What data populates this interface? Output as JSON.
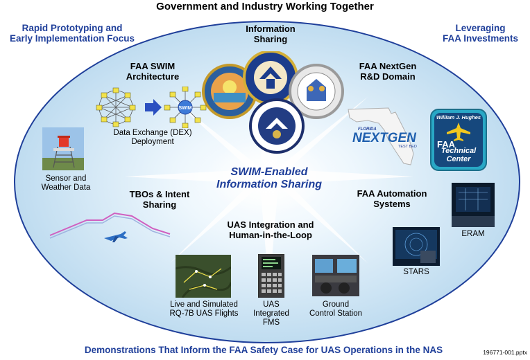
{
  "title": "Government and Industry Working Together",
  "left_banner": [
    "Rapid Prototyping and",
    "Early Implementation Focus"
  ],
  "right_banner": [
    "Leveraging",
    "FAA Investments"
  ],
  "bottom_banner": "Demonstrations That Inform the FAA Safety Case for UAS Operations in the NAS",
  "doc_id": "196771-001.pptx",
  "center": [
    "SWIM-Enabled",
    "Information Sharing"
  ],
  "sections": {
    "information_sharing": [
      "Information",
      "Sharing"
    ],
    "swim_architecture": [
      "FAA SWIM",
      "Architecture"
    ],
    "nextgen_domain": [
      "FAA NextGen",
      "R&D Domain"
    ],
    "tbos": [
      "TBOs & Intent",
      "Sharing"
    ],
    "uas_integration": [
      "UAS Integration and",
      "Human-in-the-Loop"
    ],
    "automation_systems": [
      "FAA Automation",
      "Systems"
    ]
  },
  "captions": {
    "dex": [
      "Data Exchange (DEX)",
      "Deployment"
    ],
    "sensor": [
      "Sensor and",
      "Weather Data"
    ],
    "live_sim": [
      "Live and Simulated",
      "RQ-7B UAS Flights"
    ],
    "fms": [
      "UAS",
      "Integrated",
      "FMS"
    ],
    "gcs": [
      "Ground",
      "Control Station"
    ],
    "stars": "STARS",
    "eram": "ERAM"
  },
  "logos": {
    "swim_hub": "SWIM",
    "nextgen_small": "FLORIDA",
    "nextgen": "NEXTGEN",
    "nextgen_sub": "TEST BED",
    "tech_center_top": "William J. Hughes",
    "tech_center_faa": "FAA",
    "tech_center_l1": "Technical",
    "tech_center_l2": "Center"
  },
  "colors": {
    "title_blue": "#1f3f9a",
    "ellipse_fill": "#cfe6f5",
    "ellipse_stroke": "#1f3f9a",
    "arrow_blue": "#2a4fc0"
  },
  "icons": [
    "seal-icon",
    "swim-network-icon",
    "radar-tower-icon",
    "florida-map-icon",
    "airplane-icon",
    "flight-path-icon",
    "map-display-icon",
    "fms-panel-icon",
    "control-station-icon",
    "radar-scope-icon"
  ]
}
